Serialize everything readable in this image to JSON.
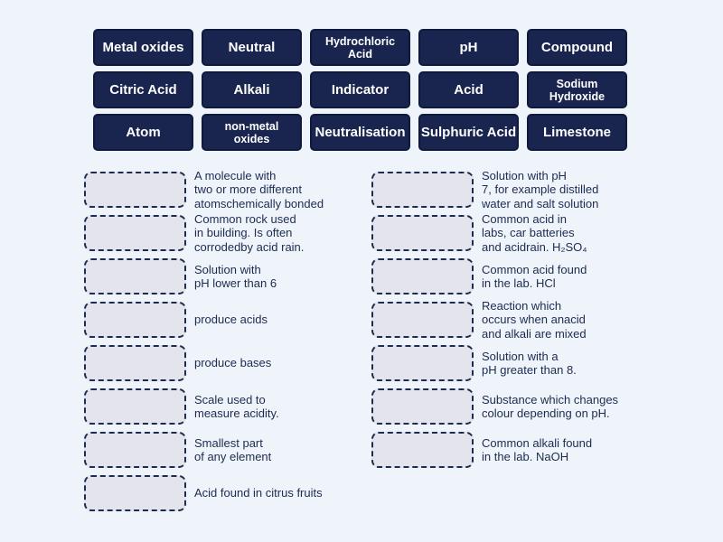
{
  "colors": {
    "page_bg": "#eff4fb",
    "tile_bg": "#19254e",
    "tile_border": "#0d1a3c",
    "tile_text": "#ffffff",
    "slot_bg": "#e4e4ec",
    "slot_border": "#1c2b50",
    "definition_text": "#1c2b50"
  },
  "tiles": [
    {
      "label": "Metal oxides"
    },
    {
      "label": "Neutral"
    },
    {
      "label": "Hydrochloric\nAcid"
    },
    {
      "label": "pH"
    },
    {
      "label": "Compound"
    },
    {
      "label": "Citric Acid"
    },
    {
      "label": "Alkali"
    },
    {
      "label": "Indicator"
    },
    {
      "label": "Acid"
    },
    {
      "label": "Sodium\nHydroxide"
    },
    {
      "label": "Atom"
    },
    {
      "label": "non-metal\noxides"
    },
    {
      "label": "Neutralisation"
    },
    {
      "label": "Sulphuric Acid"
    },
    {
      "label": "Limestone"
    }
  ],
  "matches": {
    "left": [
      {
        "definition": "A molecule with\ntwo or more different\natomschemically bonded"
      },
      {
        "definition": "Common rock used\nin building. Is often\ncorrodedby acid rain."
      },
      {
        "definition": "Solution with\npH lower than 6"
      },
      {
        "definition": "produce acids"
      },
      {
        "definition": "produce bases"
      },
      {
        "definition": "Scale used to\nmeasure acidity."
      },
      {
        "definition": "Smallest part\nof any element"
      },
      {
        "definition": "Acid found in citrus fruits"
      }
    ],
    "right": [
      {
        "definition": "Solution with pH\n7, for example distilled\nwater and salt solution"
      },
      {
        "definition": "Common acid in\nlabs, car batteries\nand acidrain. H₂SO₄"
      },
      {
        "definition": "Common acid found\nin the lab. HCl"
      },
      {
        "definition": "Reaction which\noccurs when anacid\nand alkali are mixed"
      },
      {
        "definition": "Solution with a\npH greater than 8."
      },
      {
        "definition": "Substance which changes\ncolour depending on pH."
      },
      {
        "definition": "Common alkali found\nin the lab. NaOH"
      }
    ]
  }
}
